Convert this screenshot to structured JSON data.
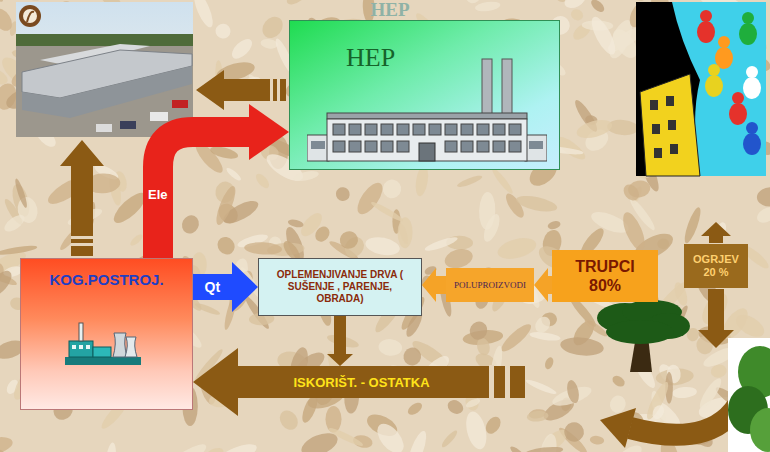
{
  "diagram": {
    "nodes": [
      {
        "text": [
          "KOG.POSTROJ."
        ]
      },
      {
        "text": [
          "HEP"
        ]
      },
      {
        "text": [
          "OPLEMENJIVANJE DRVA ( SUŠENJE , PARENJE, OBRADA)"
        ]
      },
      {
        "text": [
          "POLUPROIZVODI"
        ]
      },
      {
        "text": [
          "TRUPCI 80%"
        ]
      },
      {
        "text": [
          "OGRJEV 20 %"
        ]
      }
    ],
    "edges": [
      {
        "from": 0,
        "to": 1,
        "label": "Ele",
        "arrow": "to"
      },
      {
        "from": 0,
        "to": 2,
        "label": "Qt",
        "arrow": "to"
      },
      {
        "from": 4,
        "to": 3,
        "arrow": "to"
      },
      {
        "from": 3,
        "to": 2,
        "arrow": "to"
      },
      {
        "from": 2,
        "to": 0,
        "label": "ISKORIŠT. - OSTATKA",
        "arrow": "to"
      }
    ],
    "labels": [
      "HEP"
    ]
  }
}
